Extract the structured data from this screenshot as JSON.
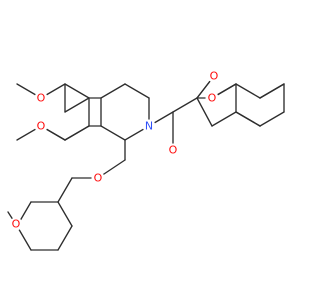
{
  "colors": {
    "bond": "#2e2e2e",
    "oxygen": "#ff0d0d",
    "nitrogen": "#3050f8",
    "background": "#ffffff"
  },
  "atoms": {
    "O1": {
      "symbol": "O",
      "element": "oxygen"
    },
    "O2": {
      "symbol": "O",
      "element": "oxygen"
    },
    "O3": {
      "symbol": "O",
      "element": "oxygen"
    },
    "O4": {
      "symbol": "O",
      "element": "oxygen"
    },
    "O5": {
      "symbol": "O",
      "element": "oxygen"
    },
    "O6": {
      "symbol": "O",
      "element": "oxygen"
    },
    "O7": {
      "symbol": "O",
      "element": "oxygen"
    },
    "N1": {
      "symbol": "N",
      "element": "nitrogen"
    }
  }
}
